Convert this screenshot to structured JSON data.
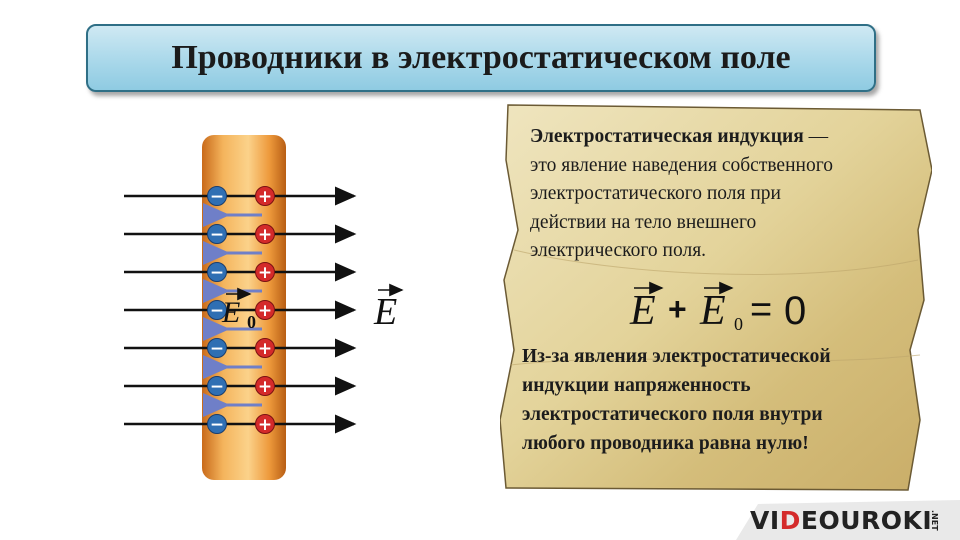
{
  "slide": {
    "title": "Проводники в электростатическом поле"
  },
  "definition": {
    "term": "Электростатическая индукция",
    "dash": " —",
    "line1": "это явление наведения собственного",
    "line2": "электростатического поля при",
    "line3": "действии на тело внешнего",
    "line4": "электрического поля."
  },
  "equation": {
    "lhs1": "E",
    "plus": "+",
    "lhs2": "E",
    "sub": "0",
    "equals": "=",
    "rhs": "0"
  },
  "conclusion": {
    "line1": "Из-за явления электростатической",
    "line2": "индукции напряженность",
    "line3": "электростатического поля внутри",
    "line4": "любого проводника равна нулю!"
  },
  "diagram": {
    "internal_field_symbol": "E",
    "internal_field_sub": "0",
    "external_field_symbol": "E",
    "negative_sign": "−",
    "positive_sign": "+",
    "rows": 7,
    "colors": {
      "conductor": "#f0a24a",
      "negative_charge": "#2f6fb3",
      "positive_charge": "#d42a2a",
      "internal_arrow": "#6f7fc8"
    }
  },
  "logo": {
    "prefix": "VI",
    "accent": "D",
    "suffix": "EOUROKI",
    "domain": ".NET"
  }
}
